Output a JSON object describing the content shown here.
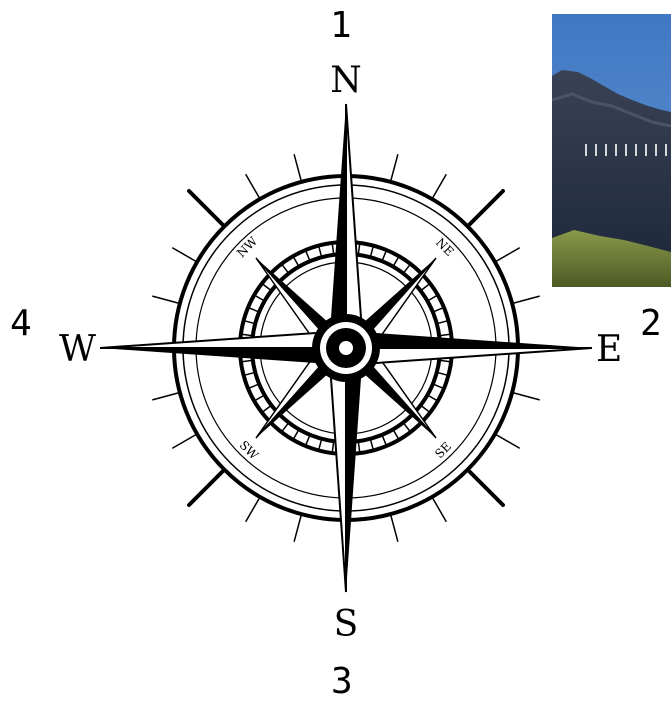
{
  "numbers": {
    "north": "1",
    "east": "2",
    "south": "3",
    "west": "4"
  },
  "cardinals": {
    "north": "N",
    "east": "E",
    "south": "S",
    "west": "W"
  },
  "intercardinals": {
    "northeast": "NE",
    "southeast": "SE",
    "southwest": "SW",
    "northwest": "NW"
  },
  "colors": {
    "ink": "#000000",
    "background": "#ffffff",
    "sky": "#3b6fb8",
    "cliff": "#2e3a4e",
    "grass": "#5f6f2e"
  },
  "icons": {
    "compass": "compass-rose-icon"
  }
}
